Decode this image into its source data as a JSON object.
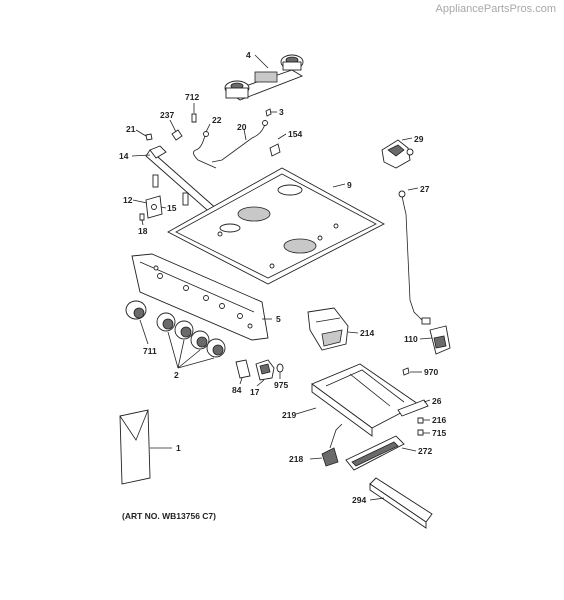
{
  "watermark": "AppliancePartsPros.com",
  "art_number": "(ART NO. WB13756 C7)",
  "callouts": {
    "c1": "1",
    "c2": "2",
    "c3": "3",
    "c4": "4",
    "c5": "5",
    "c9": "9",
    "c12": "12",
    "c14": "14",
    "c15": "15",
    "c17": "17",
    "c18": "18",
    "c20": "20",
    "c21": "21",
    "c22": "22",
    "c26": "26",
    "c27": "27",
    "c29": "29",
    "c84": "84",
    "c110": "110",
    "c154": "154",
    "c214": "214",
    "c216": "216",
    "c218": "218",
    "c219": "219",
    "c237": "237",
    "c272": "272",
    "c294": "294",
    "c711": "711",
    "c712": "712",
    "c715": "715",
    "c970": "970",
    "c975": "975"
  }
}
